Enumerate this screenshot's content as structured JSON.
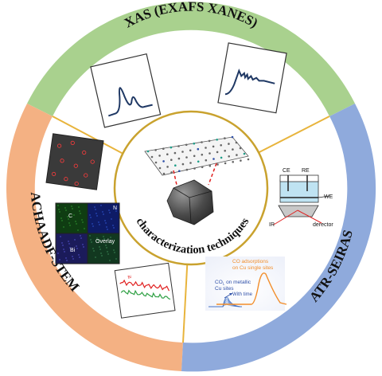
{
  "center": {
    "label": "characterization techniques"
  },
  "sections": {
    "top": {
      "title": "XAS (EXAFS  XANES)",
      "color": "#a9d18e"
    },
    "left": {
      "title": "ACHAADF-STEM",
      "color": "#f4b183",
      "map_labels": [
        "C",
        "N",
        "Bi",
        "Overlay"
      ],
      "line_legend": "Bi"
    },
    "right": {
      "title": "ATR-SEIRAS",
      "color": "#8faadc",
      "cell_labels": {
        "ce": "CE",
        "re": "RE",
        "we": "WE",
        "ir": "IR",
        "detector": "derector"
      },
      "spectra": {
        "annotation_top_1": "CO adsorptions",
        "annotation_top_2": "on Cu single sites",
        "annotation_mid_1": "CO",
        "annotation_mid_1_sub": "L",
        "annotation_mid_1_rest": " on metallic",
        "annotation_mid_2": "Cu sites",
        "annotation_time": "With time"
      }
    }
  },
  "colors": {
    "divider": "#e8b43c",
    "center_ring": "#c9a22e",
    "curve_dark": "#1f3864",
    "spectrum_orange": "#f28e2b",
    "spectrum_blue": "#4472c4",
    "green_line": "#2ea043",
    "red_line": "#e02020"
  },
  "icons": [
    "graphene-sheet-icon",
    "nanocrystal-icon",
    "electrochemical-cell-icon"
  ]
}
